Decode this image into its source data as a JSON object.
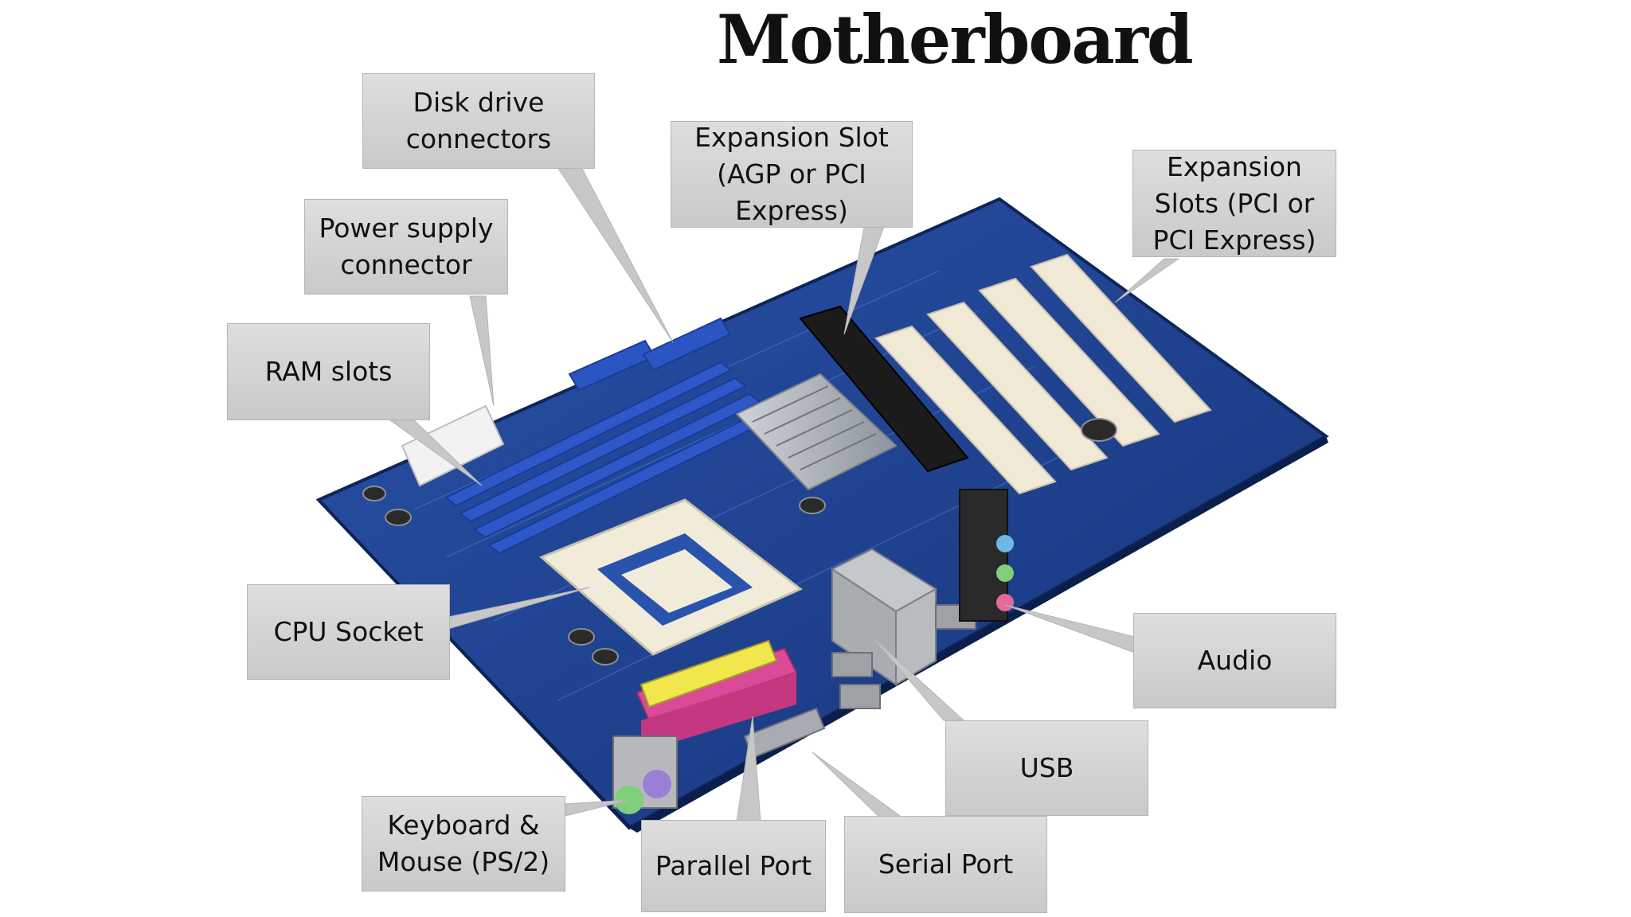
{
  "title": "Motherboard",
  "colors": {
    "callout_fill": "#d3d3d3",
    "board_blue": "#1d3f86",
    "slot_blue": "#2b55c2",
    "slot_cream": "#eee9d9",
    "text": "#111111"
  },
  "labels": {
    "disk_drive": "Disk drive\nconnectors",
    "expansion_agp": "Expansion Slot\n(AGP or PCI\nExpress)",
    "expansion_pci": "Expansion\nSlots (PCI or\nPCI Express)",
    "power_supply": "Power supply\nconnector",
    "ram_slots": "RAM slots",
    "cpu_socket": "CPU Socket",
    "audio": "Audio",
    "usb": "USB",
    "keyboard_mouse": "Keyboard &\nMouse (PS/2)",
    "parallel_port": "Parallel Port",
    "serial_port": "Serial Port"
  }
}
